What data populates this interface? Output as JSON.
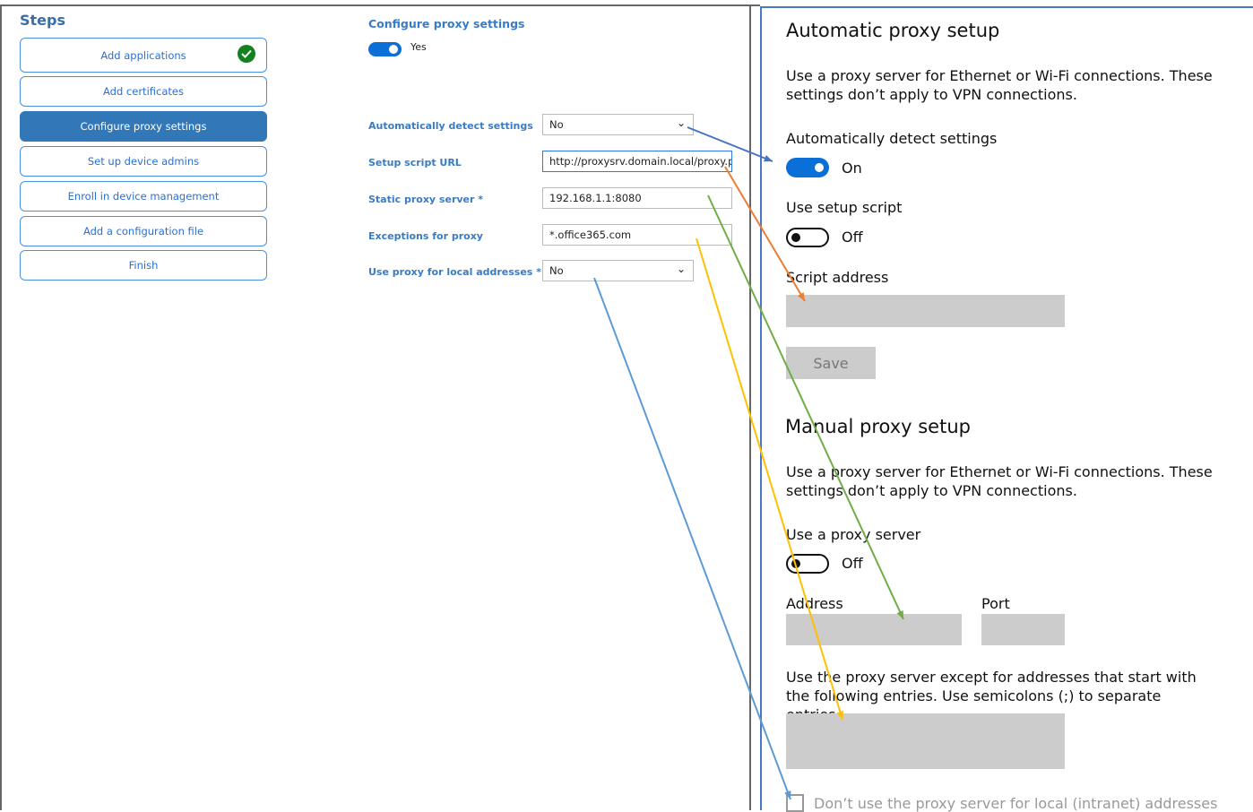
{
  "steps": {
    "title": "Steps",
    "items": [
      {
        "label": "Add applications",
        "completed": true
      },
      {
        "label": "Add certificates"
      },
      {
        "label": "Configure proxy settings",
        "active": true
      },
      {
        "label": "Set up device admins"
      },
      {
        "label": "Enroll in device management"
      },
      {
        "label": "Add a configuration file"
      },
      {
        "label": "Finish"
      }
    ]
  },
  "config": {
    "title": "Configure proxy settings",
    "toggle_label": "Yes",
    "fields": [
      {
        "label": "Automatically detect settings",
        "value": "No",
        "type": "select"
      },
      {
        "label": "Setup script URL",
        "value": "http://proxysrv.domain.local/proxy.pa",
        "type": "text"
      },
      {
        "label": "Static proxy server",
        "required": "*",
        "value": "192.168.1.1:8080",
        "type": "text"
      },
      {
        "label": "Exceptions for proxy",
        "value": "*.office365.com",
        "type": "text"
      },
      {
        "label": "Use proxy for local addresses",
        "required": "*",
        "value": "No",
        "type": "select"
      }
    ]
  },
  "windows": {
    "auto_title": "Automatic proxy setup",
    "auto_desc": "Use a proxy server for Ethernet or Wi-Fi connections. These settings don’t apply to VPN connections.",
    "auto_detect_label": "Automatically detect settings",
    "auto_detect_state": "On",
    "setup_script_label": "Use setup script",
    "setup_script_state": "Off",
    "script_address_label": "Script address",
    "save_label": "Save",
    "manual_title": "Manual proxy setup",
    "manual_desc": "Use a proxy server for Ethernet or Wi-Fi connections. These settings don’t apply to VPN connections.",
    "use_proxy_label": "Use a proxy server",
    "use_proxy_state": "Off",
    "address_label": "Address",
    "port_label": "Port",
    "exceptions_desc": "Use the proxy server except for addresses that start with the following entries. Use semicolons (;) to separate entries.",
    "local_checkbox_label": "Don’t use the proxy server for local (intranet) addresses"
  },
  "colors": {
    "arrow_auto_detect": "#4472c4",
    "arrow_script": "#ed7d31",
    "arrow_static": "#70ad47",
    "arrow_exceptions": "#ffc000",
    "arrow_local": "#5b9bd5"
  }
}
